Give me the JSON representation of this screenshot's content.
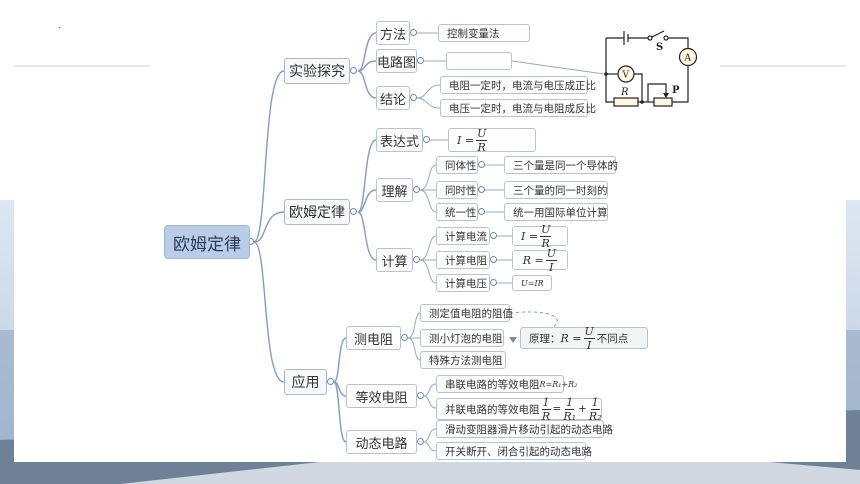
{
  "root": {
    "label": "欧姆定律"
  },
  "experiment": {
    "label": "实验探究",
    "method": {
      "label": "方法",
      "value": "控制变量法"
    },
    "circuit": {
      "label": "电路图",
      "value": "",
      "diagram": {
        "switch": "S",
        "ammeter": "A",
        "voltmeter": "V",
        "resistor": "R",
        "slider": "P"
      }
    },
    "conclusion": {
      "label": "结论",
      "items": [
        "电阻一定时，电流与电压成正比",
        "电压一定时，电流与电阻成反比"
      ]
    }
  },
  "law": {
    "label": "欧姆定律",
    "expression": {
      "label": "表达式",
      "lhs": "I =",
      "num": "U",
      "den": "R"
    },
    "understanding": {
      "label": "理解",
      "items": [
        {
          "label": "同体性",
          "desc": "三个量是同一个导体的"
        },
        {
          "label": "同时性",
          "desc": "三个量的同一时刻的"
        },
        {
          "label": "统一性",
          "desc": "统一用国际单位计算"
        }
      ]
    },
    "calculation": {
      "label": "计算",
      "items": [
        {
          "label": "计算电流",
          "lhs": "I =",
          "num": "U",
          "den": "R"
        },
        {
          "label": "计算电阻",
          "lhs": "R =",
          "num": "U",
          "den": "I"
        },
        {
          "label": "计算电压",
          "formula": "U=IR"
        }
      ]
    }
  },
  "application": {
    "label": "应用",
    "measure": {
      "label": "测电阻",
      "items": [
        "测定值电阻的阻值",
        "测小灯泡的电阻",
        "特殊方法测电阻"
      ],
      "principle": {
        "prefix": "原理：",
        "lhs": "R =",
        "num": "U",
        "den": "I",
        "suffix": "不同点"
      }
    },
    "equivalent": {
      "label": "等效电阻",
      "series": {
        "label": "串联电路的等效电阻",
        "formula": "R=R₁+R₂"
      },
      "parallel": {
        "label": "并联电路的等效电阻",
        "f1n": "1",
        "f1d": "R",
        "eq": "=",
        "f2n": "1",
        "f2d": "R₁",
        "plus": "+",
        "f3n": "1",
        "f3d": "R₂"
      }
    },
    "dynamic": {
      "label": "动态电路",
      "items": [
        "滑动变阻器滑片移动引起的动态电路",
        "开关断开、闭合引起的动态电路"
      ]
    }
  }
}
